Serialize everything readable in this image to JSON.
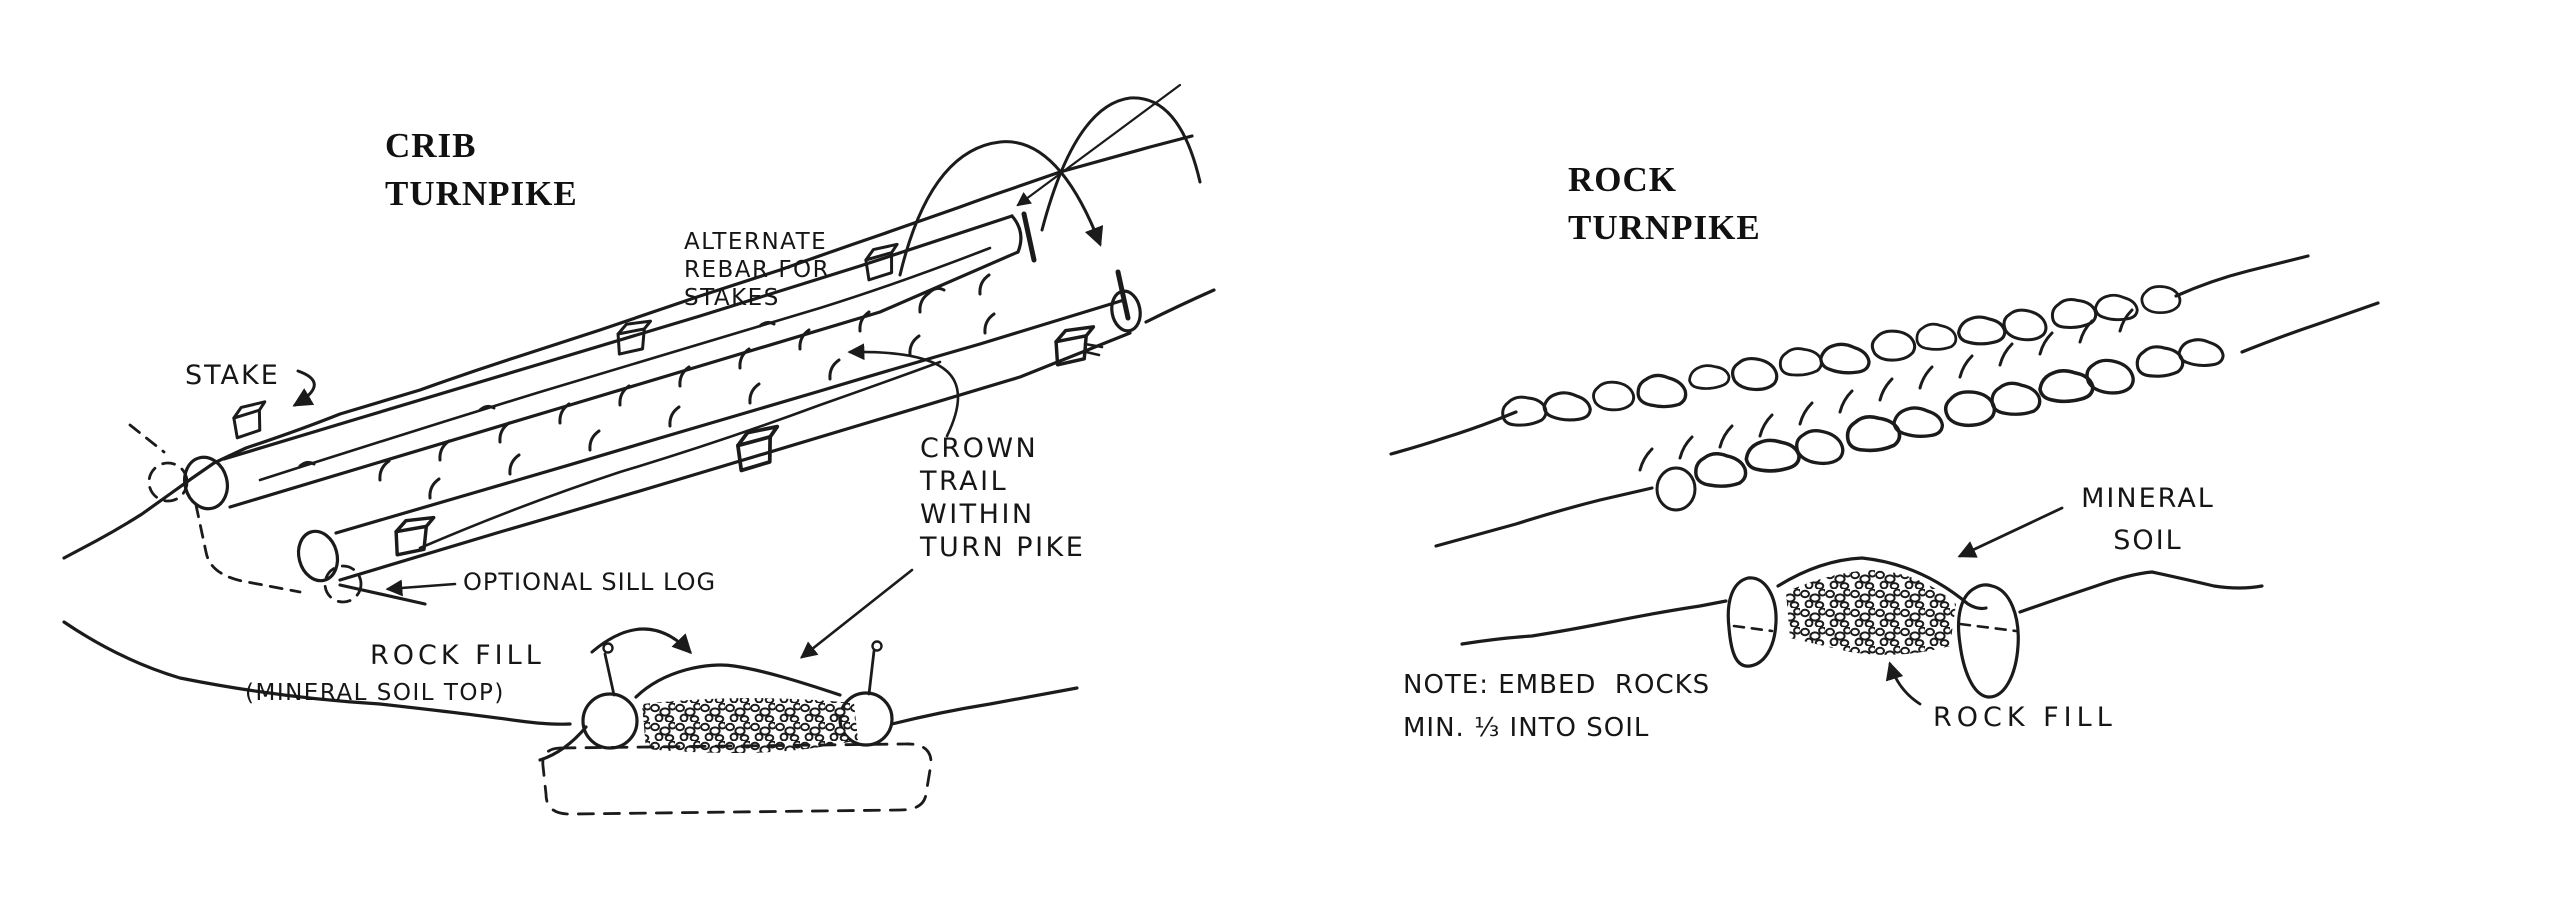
{
  "page": {
    "background": "#ffffff",
    "ink": "#1b1b1b"
  },
  "crib_turnpike": {
    "title": "CRIB\nTURNPIKE",
    "labels": {
      "stake": "STAKE",
      "alternate_rebar": "ALTERNATE\nREBAR FOR\nSTAKES",
      "crown_trail": "CROWN\nTRAIL\nWITHIN\nTURN PIKE",
      "optional_sill_log": "OPTIONAL SILL LOG",
      "rock_fill": "ROCK FILL",
      "rock_fill_sub": "(MINERAL SOIL TOP)"
    }
  },
  "rock_turnpike": {
    "title": "ROCK\nTURNPIKE",
    "labels": {
      "mineral_soil": "MINERAL\nSOIL",
      "embed_note": "NOTE: EMBED  ROCKS\nMIN. ⅓ INTO SOIL",
      "rock_fill": "ROCK FILL"
    }
  }
}
